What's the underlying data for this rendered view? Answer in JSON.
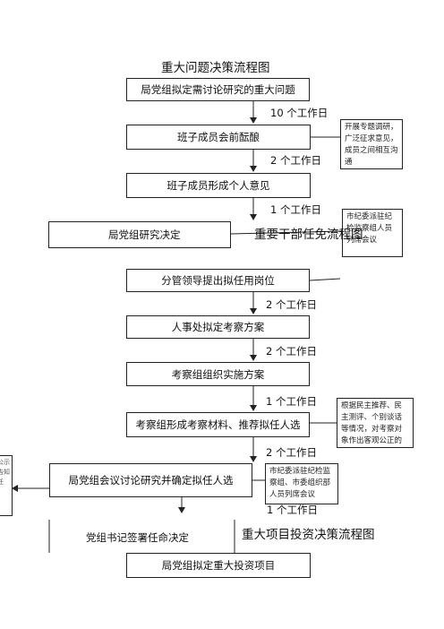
{
  "titles": {
    "major_issues": "重大问题决策流程图",
    "cadre": "重要干部任免流程图",
    "investment": "重大项目投资决策流程图"
  },
  "issues": {
    "b1": "局党组拟定需讨论研究的重大问题",
    "t1": "10 个工作日",
    "b2": "班子成员会前酝酿",
    "note1": "开展专题调研，广泛征求意见，成员之间相互沟通",
    "t2": "2 个工作日",
    "b3": "班子成员形成个人意见",
    "t3": "1 个工作日",
    "b4": "局党组研究决定",
    "note2": "市纪委派驻纪检监察组人员列席会议"
  },
  "cadre": {
    "c1": "分管领导提出拟任用岗位",
    "t1": "2 个工作日",
    "c2": "人事处拟定考察方案",
    "t2": "2 个工作日",
    "c3": "考察组组织实施方案",
    "t3": "1 个工作日",
    "c4": "考察组形成考察材料、推荐拟任人选",
    "note3": "根据民主推荐、民主测评、个别谈话等情况，对考察对象作出客观公正的评价",
    "t4": "2 个工作日",
    "c5": "局党组会议讨论研究并确定拟任人选",
    "note4": "市纪委派驻纪检监察组、市委组织部人员列席会议",
    "t5": "1 个工作日",
    "c6": "党组书记签署任命决定",
    "left_note": "公示告知任"
  },
  "investment": {
    "p1": "局党组拟定重大投资项目"
  }
}
